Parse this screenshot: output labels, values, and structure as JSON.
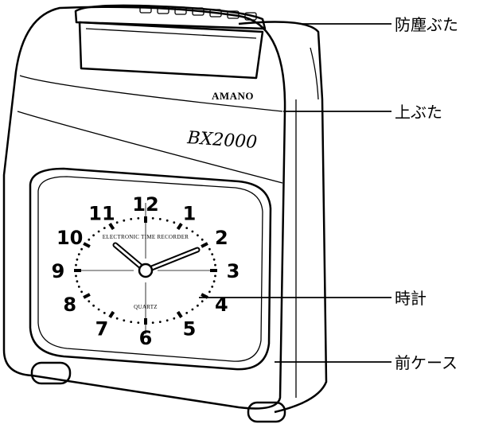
{
  "callouts": {
    "dust_cover": "防塵ぶた",
    "top_cover": "上ぶた",
    "clock": "時計",
    "front_case": "前ケース"
  },
  "device": {
    "brand": "AMANO",
    "model": "BX2000"
  },
  "dial": {
    "numerals": [
      "12",
      "1",
      "2",
      "3",
      "4",
      "5",
      "6",
      "7",
      "8",
      "9",
      "10",
      "11"
    ],
    "top_text": "ELECTRONIC TIME RECORDER",
    "bottom_text": "QUARTZ"
  }
}
